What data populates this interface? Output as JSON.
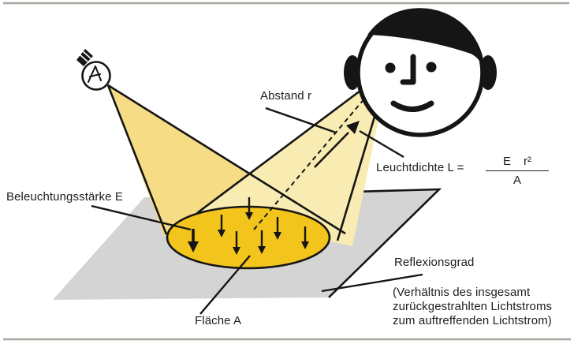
{
  "figure": {
    "labels": {
      "abstand": "Abstand r",
      "leuchtdichte": "Leuchtdichte L =",
      "formula_numerator_e": "E",
      "formula_numerator_r": "r²",
      "formula_denominator": "A",
      "beleuchtungsstaerke": "Beleuchtungsstärke E",
      "flaeche": "Fläche A",
      "reflexionsgrad": "Reflexionsgrad",
      "reflexionsgrad_note": "(Verhältnis des insgesamt\nzurückgestrahlten Lichtstroms\nzum auftreffenden Lichtstrom)"
    },
    "colors": {
      "beam_main": "#f6dd85",
      "beam_light": "#f9ecb2",
      "light_spot": "#f3c51c",
      "surface": "#d4d4d4",
      "frame": "#a7a79f",
      "ink": "#151515"
    }
  }
}
